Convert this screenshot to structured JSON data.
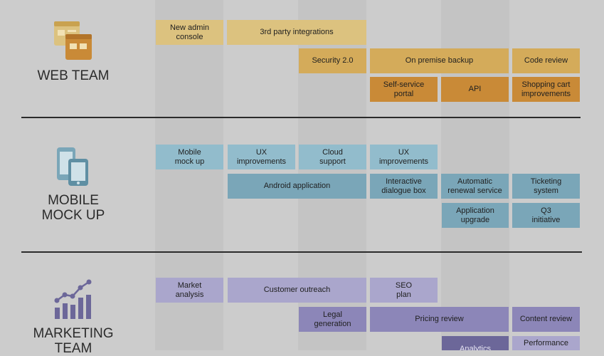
{
  "colors": {
    "background": "#cccccc",
    "stripe": "#c4c4c4",
    "divider": "#2b2b2b",
    "web_light": "#dcc27f",
    "web_mid": "#d4ab5a",
    "web_dark": "#c98a37",
    "mobile_light": "#92bccc",
    "mobile_dark": "#7aa6b8",
    "marketing_light": "#aaa6cc",
    "marketing_mid": "#8c86b8",
    "marketing_dark": "#6c6799"
  },
  "teams": {
    "web": {
      "label": "WEB TEAM",
      "icon": "web-window-icon"
    },
    "mobile": {
      "label": "MOBILE\nMOCK UP",
      "icon": "mobile-devices-icon"
    },
    "marketing": {
      "label": "MARKETING\nTEAM",
      "icon": "marketing-chart-icon"
    }
  },
  "tasks": {
    "web": [
      {
        "label": "New admin\nconsole",
        "shade": "web_light"
      },
      {
        "label": "3rd party integrations",
        "shade": "web_light"
      },
      {
        "label": "Security 2.0",
        "shade": "web_mid"
      },
      {
        "label": "On premise backup",
        "shade": "web_mid"
      },
      {
        "label": "Code review",
        "shade": "web_mid"
      },
      {
        "label": "Self-service\nportal",
        "shade": "web_dark"
      },
      {
        "label": "API",
        "shade": "web_dark"
      },
      {
        "label": "Shopping cart\nimprovements",
        "shade": "web_dark"
      }
    ],
    "mobile": [
      {
        "label": "Mobile\nmock up",
        "shade": "mobile_light"
      },
      {
        "label": "UX\nimprovements",
        "shade": "mobile_light"
      },
      {
        "label": "Cloud\nsupport",
        "shade": "mobile_light"
      },
      {
        "label": "UX\nimprovements",
        "shade": "mobile_light"
      },
      {
        "label": "Android application",
        "shade": "mobile_dark"
      },
      {
        "label": "Interactive\ndialogue box",
        "shade": "mobile_dark"
      },
      {
        "label": "Automatic\nrenewal service",
        "shade": "mobile_dark"
      },
      {
        "label": "Ticketing\nsystem",
        "shade": "mobile_dark"
      },
      {
        "label": "Application\nupgrade",
        "shade": "mobile_dark"
      },
      {
        "label": "Q3\ninitiative",
        "shade": "mobile_dark"
      }
    ],
    "marketing": [
      {
        "label": "Market\nanalysis",
        "shade": "marketing_light"
      },
      {
        "label": "Customer outreach",
        "shade": "marketing_light"
      },
      {
        "label": "SEO\nplan",
        "shade": "marketing_light"
      },
      {
        "label": "Legal\ngeneration",
        "shade": "marketing_mid"
      },
      {
        "label": "Pricing review",
        "shade": "marketing_mid"
      },
      {
        "label": "Content review",
        "shade": "marketing_mid"
      },
      {
        "label": "Analytics",
        "shade": "marketing_dark"
      },
      {
        "label": "Performance",
        "shade": "marketing_light"
      }
    ]
  }
}
